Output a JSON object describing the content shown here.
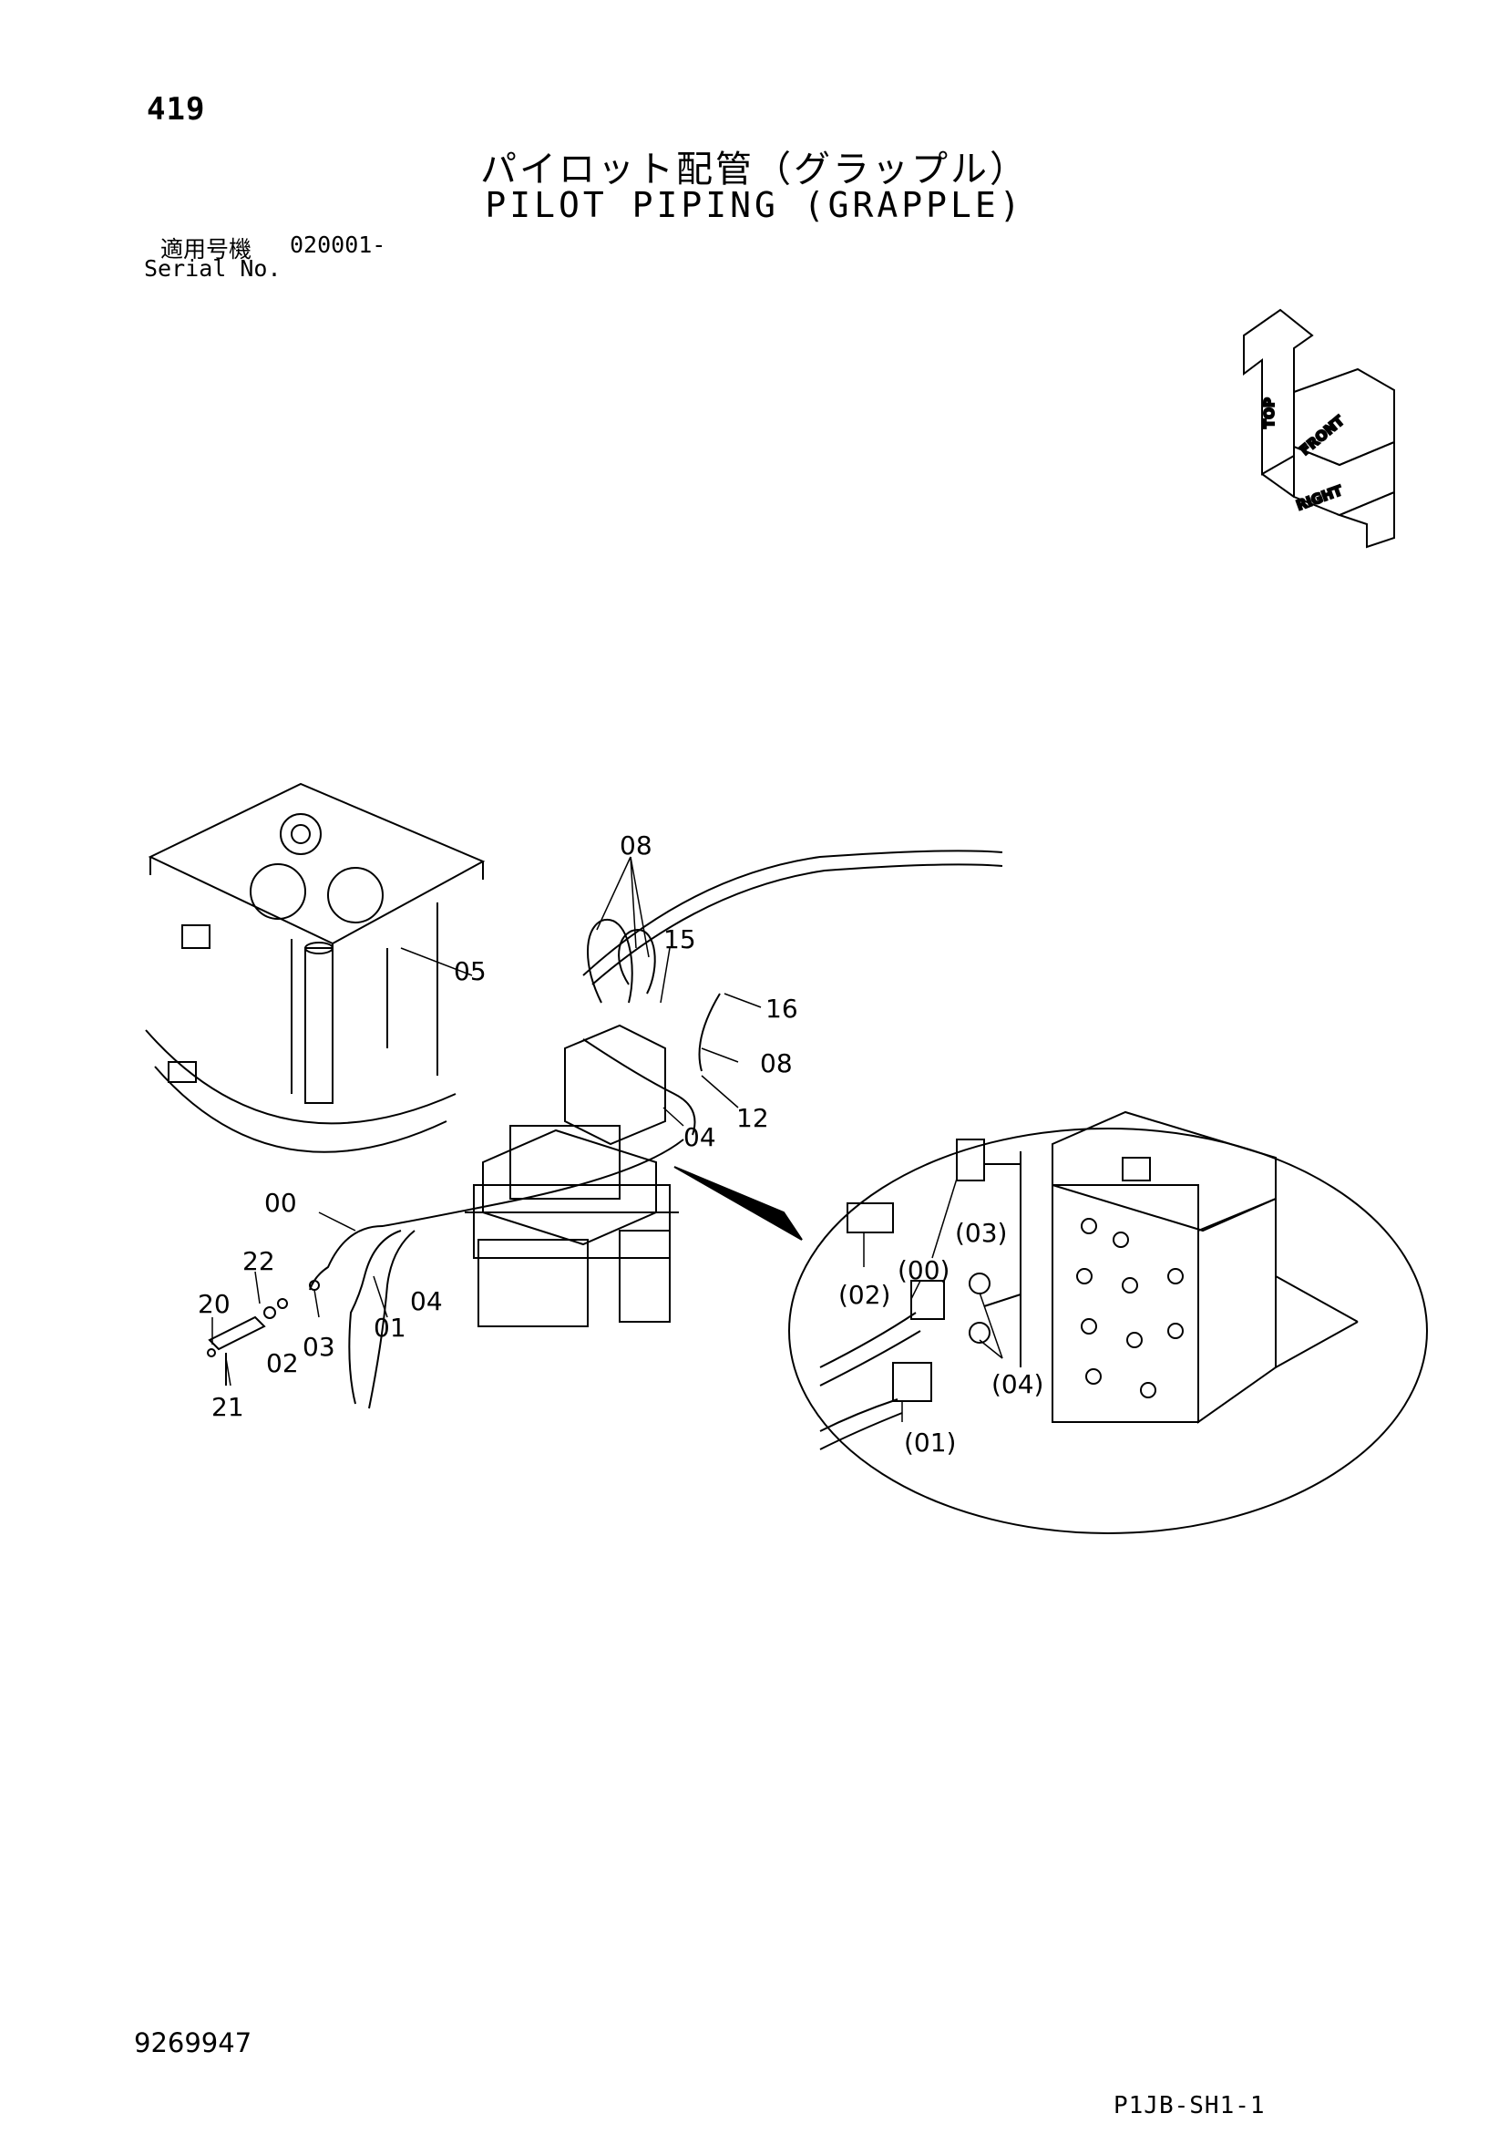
{
  "page_number": "419",
  "title_jp": "パイロット配管（グラップル）",
  "title_en": "PILOT PIPING (GRAPPLE)",
  "serial": {
    "label_jp": "適用号機",
    "value": "020001-",
    "label_en": "Serial No."
  },
  "orientation": {
    "top": "TOP",
    "front": "FRONT",
    "right": "RIGHT"
  },
  "callouts": {
    "c08": "08",
    "c15": "15",
    "c05": "05",
    "c16": "16",
    "c08b": "08",
    "c04": "04",
    "c12": "12",
    "c00": "00",
    "c22": "22",
    "c20": "20",
    "c01": "01",
    "c04b": "04",
    "c02": "02",
    "c03": "03",
    "c21": "21"
  },
  "detail_callouts": {
    "d03": "(03)",
    "d02": "(02)",
    "d00": "(00)",
    "d04": "(04)",
    "d01": "(01)"
  },
  "doc_number": "9269947",
  "sheet_code": "P1JB-SH1-1"
}
